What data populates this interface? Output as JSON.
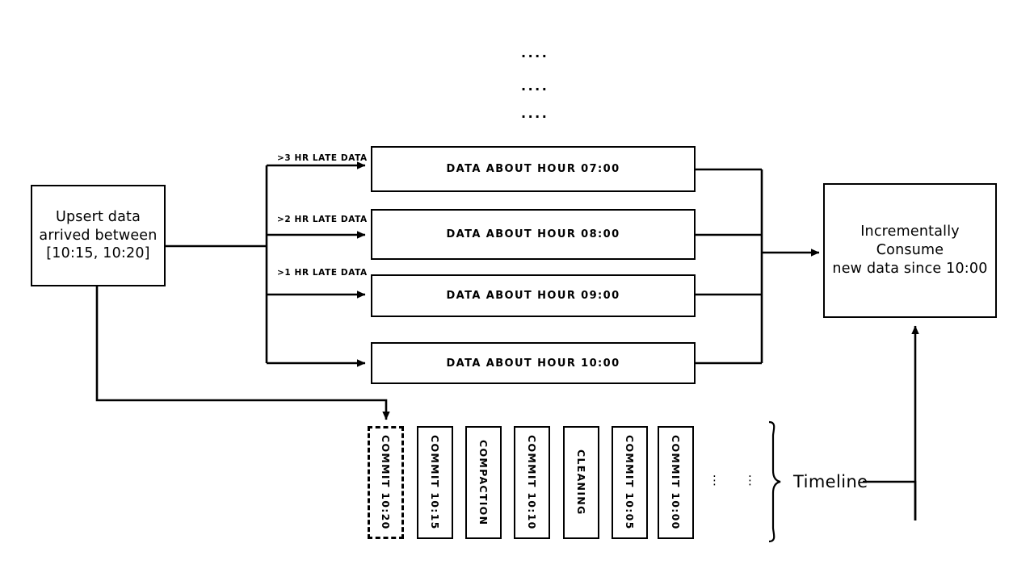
{
  "diagram": {
    "title_dots": [
      "....",
      "....",
      "...."
    ],
    "source_box": {
      "lines": [
        "Upsert data",
        "arrived between",
        "[10:15, 10:20]"
      ]
    },
    "edge_labels": [
      {
        "id": "late-3hr",
        "text": ">3 HR LATE DATA"
      },
      {
        "id": "late-2hr",
        "text": ">2 HR LATE DATA"
      },
      {
        "id": "late-1hr",
        "text": ">1 HR LATE DATA"
      }
    ],
    "hour_partitions": [
      {
        "id": "hour-07",
        "label": "DATA ABOUT HOUR 07:00"
      },
      {
        "id": "hour-08",
        "label": "DATA ABOUT HOUR 08:00"
      },
      {
        "id": "hour-09",
        "label": "DATA ABOUT HOUR 09:00"
      },
      {
        "id": "hour-10",
        "label": "DATA ABOUT HOUR 10:00"
      }
    ],
    "consumer_box": {
      "lines": [
        "Incrementally Consume",
        "new data since 10:00"
      ]
    },
    "timeline": {
      "label": "Timeline",
      "ellipsis_columns": [
        "⋮",
        "⋮"
      ],
      "instants": [
        {
          "id": "commit-1020",
          "label": "COMMIT 10:20",
          "style": "dashed"
        },
        {
          "id": "commit-1015",
          "label": "COMMIT 10:15",
          "style": "solid"
        },
        {
          "id": "compaction",
          "label": "COMPACTION",
          "style": "solid"
        },
        {
          "id": "commit-1010",
          "label": "COMMIT 10:10",
          "style": "solid"
        },
        {
          "id": "cleaning",
          "label": "CLEANING",
          "style": "solid"
        },
        {
          "id": "commit-1005",
          "label": "COMMIT 10:05",
          "style": "solid"
        },
        {
          "id": "commit-1000",
          "label": "COMMIT 10:00",
          "style": "solid"
        }
      ]
    },
    "colors": {
      "stroke": "#000000",
      "background": "#ffffff",
      "text": "#000000"
    }
  }
}
